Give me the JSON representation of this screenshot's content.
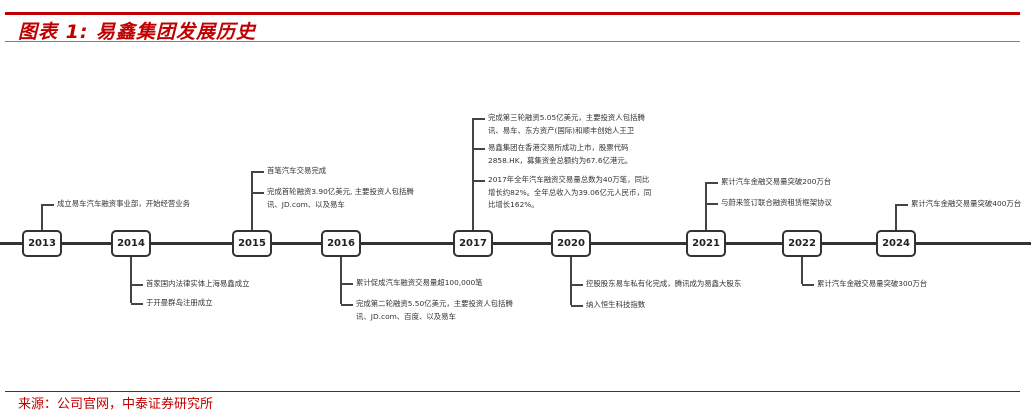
{
  "title": "图表 1:  易鑫集团发展历史",
  "source": "来源：公司官网，中泰证券研究所",
  "colors": {
    "accent": "#c00000",
    "line": "#333333"
  },
  "timeline": [
    {
      "year": "2013",
      "side": "up",
      "events": [
        [
          "成立易车汽车融资事业部，开始经营业务"
        ]
      ]
    },
    {
      "year": "2014",
      "side": "down",
      "events": [
        [
          "首家国内法律实体上海易鑫成立"
        ],
        [
          "于开曼群岛注册成立"
        ]
      ]
    },
    {
      "year": "2015",
      "side": "up",
      "events": [
        [
          "首笔汽车交易完成"
        ],
        [
          "完成首轮融资3.90亿美元, 主要投资人包括腾",
          "讯、JD.com、以及易车"
        ]
      ]
    },
    {
      "year": "2016",
      "side": "down",
      "events": [
        [
          "累计促成汽车融资交易量超100,000笔"
        ],
        [
          "完成第二轮融资5.50亿美元，主要投资人包括腾",
          "讯、JD.com、百度、以及易车"
        ]
      ]
    },
    {
      "year": "2017",
      "side": "up",
      "events": [
        [
          "完成第三轮融资5.05亿美元，主要投资人包括腾",
          "讯、易车、东方资产(国际)和顺丰创始人王卫"
        ],
        [
          "易鑫集团在香港交易所成功上市，股票代码",
          "2858.HK，募集资金总额约为67.6亿港元。"
        ],
        [
          "2017年全年汽车融资交易量总数为40万笔，同比",
          "增长约82%。全年总收入为39.06亿元人民币，同",
          "比增长162%。"
        ]
      ]
    },
    {
      "year": "2020",
      "side": "down",
      "events": [
        [
          "控股股东易车私有化完成，腾讯成为易鑫大股东"
        ],
        [
          "纳入恒生科技指数"
        ]
      ]
    },
    {
      "year": "2021",
      "side": "up",
      "events": [
        [
          "累计汽车金融交易量突破200万台"
        ],
        [
          "与蔚来签订联合融资租赁框架协议"
        ]
      ]
    },
    {
      "year": "2022",
      "side": "down",
      "events": [
        [
          "累计汽车金融交易量突破300万台"
        ]
      ]
    },
    {
      "year": "2024",
      "side": "up",
      "events": [
        [
          "累计汽车金融交易量突破400万台"
        ]
      ]
    }
  ]
}
